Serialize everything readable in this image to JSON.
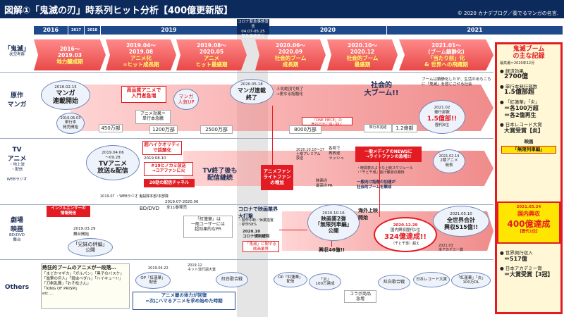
{
  "header": {
    "title": "図解①「鬼滅の刃」時系列ヒット分析【400億更新版】",
    "credit": "© 2020 カナデブログ／奏でるマンガの名言."
  },
  "years": [
    "2016",
    "2017",
    "2018",
    "2019",
    "2020",
    "2021"
  ],
  "covid": {
    "label": "コロナ緊急事態宣言",
    "dates": "04.07-05.25",
    "note": "緊急事態宣言"
  },
  "rows": {
    "kimetsu": {
      "title": "「鬼滅」",
      "sub": "状況考察"
    },
    "manga": {
      "title": "原作",
      "title2": "マンガ"
    },
    "tv": {
      "title": "TV",
      "title2": "アニメ",
      "sub": "・地上波\n・配信\n\nWEBラジオ"
    },
    "movie": {
      "title": "劇場",
      "title2": "映画",
      "sub": "BD/DVD\n舞台"
    },
    "others": {
      "title": "Others"
    }
  },
  "phases": [
    {
      "dates": "2016〜\n2019.03",
      "label": "地力醸成期"
    },
    {
      "dates": "2019.04〜\n2019.08",
      "label": "アニメ化\n=ヒット成長期"
    },
    {
      "dates": "2019.08〜\n2020.05",
      "label": "アニメ\nヒット最盛期"
    },
    {
      "dates": "2020.06〜\n2020.09",
      "label": "社会的ブーム\n成長期"
    },
    {
      "dates": "2020.10〜\n2020.12",
      "label": "社会的ブーム\n最盛期"
    },
    {
      "dates": "2021.01〜\n(ブーム鎮静化)",
      "label": "「当たり前」化\n& 世界への飛躍期"
    }
  ],
  "rightpanel": {
    "title": "鬼滅ブーム\nの主な記録",
    "asof": "最高潮＝2020年12月",
    "economy_label": "● 経済効果",
    "economy_value": "2700億",
    "copies_label": "● 単行本発行部数",
    "copies_value": "1.5億部超",
    "song_label": "● 「紅蓮華」「炎」",
    "song_value": "＝各100万超",
    "song_value2": "＝各2億再生",
    "record_label": "● 日本レコード大賞",
    "record_value": "大賞受賞【炎】",
    "film_label": "映画",
    "film_value": "「無限列車編」",
    "final_date": "2021.05.24",
    "final_l1": "国内興収",
    "final_value": "400億達成",
    "final_rank": "【歴代1位】",
    "world_label": "● 世界興行収入",
    "world_value": "＝517億",
    "academy_label": "● 日本アカデミー賞",
    "academy_value": "＝大賞受賞【3冠】"
  },
  "manga": {
    "start_date": "2016.02.15",
    "start_label": "マンガ\n連載開始",
    "vol1_date": "2016.06.03",
    "vol1_label": "単行本\n発売開始",
    "m1": "450万部",
    "quality": "高品質アニメで\n入門者急増",
    "m2": "アニメ効果＝\n単行本急騰",
    "m3": "1200万部",
    "popular": "マンガ\n人気UP",
    "m4": "2500万部",
    "end_date": "2020.05.18",
    "end_label": "マンガ連載\n終了",
    "finish_note": "人気絶頂で終了\n→更なる話題化",
    "m5": "8000万部",
    "m6": "1.2億部",
    "onepiece": "「ONE PIECE」の\n売れ行きに追い抜く",
    "social": "社会的\n大ブーム!!",
    "social_note": "ブームは鎮静化したが、生活のあちこちに「鬼滅」を感じさせる社会",
    "final_date": "2021.02",
    "final_label": "発行部数",
    "final_value": "1.5億部!!",
    "final_rank": "歴代6位",
    "vol_done": "単行本完結"
  },
  "tv": {
    "quality": "超ハイクオリティ\nで話題化",
    "date1": "2019.08.10",
    "ep19": "#19ヒノカミ放送\n→コアファンに火",
    "ep20": "20話の配信チャネル",
    "start_date": "2019.04.06\n〜09.28",
    "start_label": "TVアニメ\n放送&配信",
    "followup": "TV終了後も\n配信継続",
    "fan_note": "アニメファン\nライトファン\nの増加",
    "rebroad": "2020.10.10〜17\n土曜プレミアム\n放送",
    "news": "一般メディアのNEWSに\n→ライトファンの急増!!",
    "stage_note": "・時間表のような上映スケジュール\n・「千と千尋」抜け報道の期待",
    "lightfans": "一般向け話題の加速が\n社会的ブームを醸成",
    "s2_date": "2021.02.14",
    "s2_label": "2期アニメ\n発表",
    "webradio": "2019.07 ・WEBラジオ 鬼殺隊本部/本部隊",
    "rerun": "各局で\n再放送\nラッシュ",
    "bd_note": "映画の\n最高のPR"
  },
  "movie": {
    "infl": "インフルエンサーの\n情報発信",
    "stage_date": "2019.03.29",
    "stage_label": "舞台開始",
    "stage_title": "「兄妹の絆編」\n公開",
    "bd": "BD/DVD",
    "bd_dates": "2019.07-2020.06",
    "bd_note": "全11巻発売",
    "song": "「紅蓮華」は\n一般ユーザーには\n超効果的なPR",
    "covid_hit": "コロナで映画業界\n大打撃",
    "covid_hit_sub": "・製作中断／休業措置\n・新作58%",
    "release_date": "2020.10.16",
    "release_label": "映画第2弾\n「無限列車編」\n公開",
    "covid_ease": "2020.10\nコロナ規制緩和",
    "covid_ease_sub": "「鬼滅」に関する\n映画業界",
    "boxoffice": "興収46億!!",
    "overseas": "海外上映\n開始",
    "record_date": "2020.12.29",
    "record_label": "国内興収歴代1位",
    "record_value": "324億達成!!",
    "record_sub": "（千と千尋）超え",
    "world_date": "2021.05.10",
    "world_label": "全世界合計\n興収515億!!",
    "jp_award": "2021.03\n米アカデミー賞"
  },
  "others": {
    "trend": "熱狂的ブームのアニメが一段落…",
    "titles": "「まどかマギカ」「ガルパン」「黒子のバスケ」\n「進撃の巨人」「弱虫ペダル」「ハイキュー!!」\n「刀剣乱舞」「おそ松さん」\n「KING OF PRISM」\netc.…",
    "anime_fatigue": "アニメ層の体力が回復\n=次にハマるアニメを求め始めた時期",
    "op1": "OP「紅蓮華」\n配信",
    "op1_date": "2019.04.22",
    "ep_date": "2019.12",
    "ep_label": "ネット流行語大賞",
    "kouhaku": "紅白歌合戦",
    "op2": "OP「紅蓮華」\n配信",
    "song2": "「炎」\n100万達成",
    "collab": "コラボ商品\n急増",
    "kouhaku2": "紅白歌合戦",
    "award": "日本レコード大賞",
    "final": "「紅蓮華」「炎」\n100万DL"
  }
}
